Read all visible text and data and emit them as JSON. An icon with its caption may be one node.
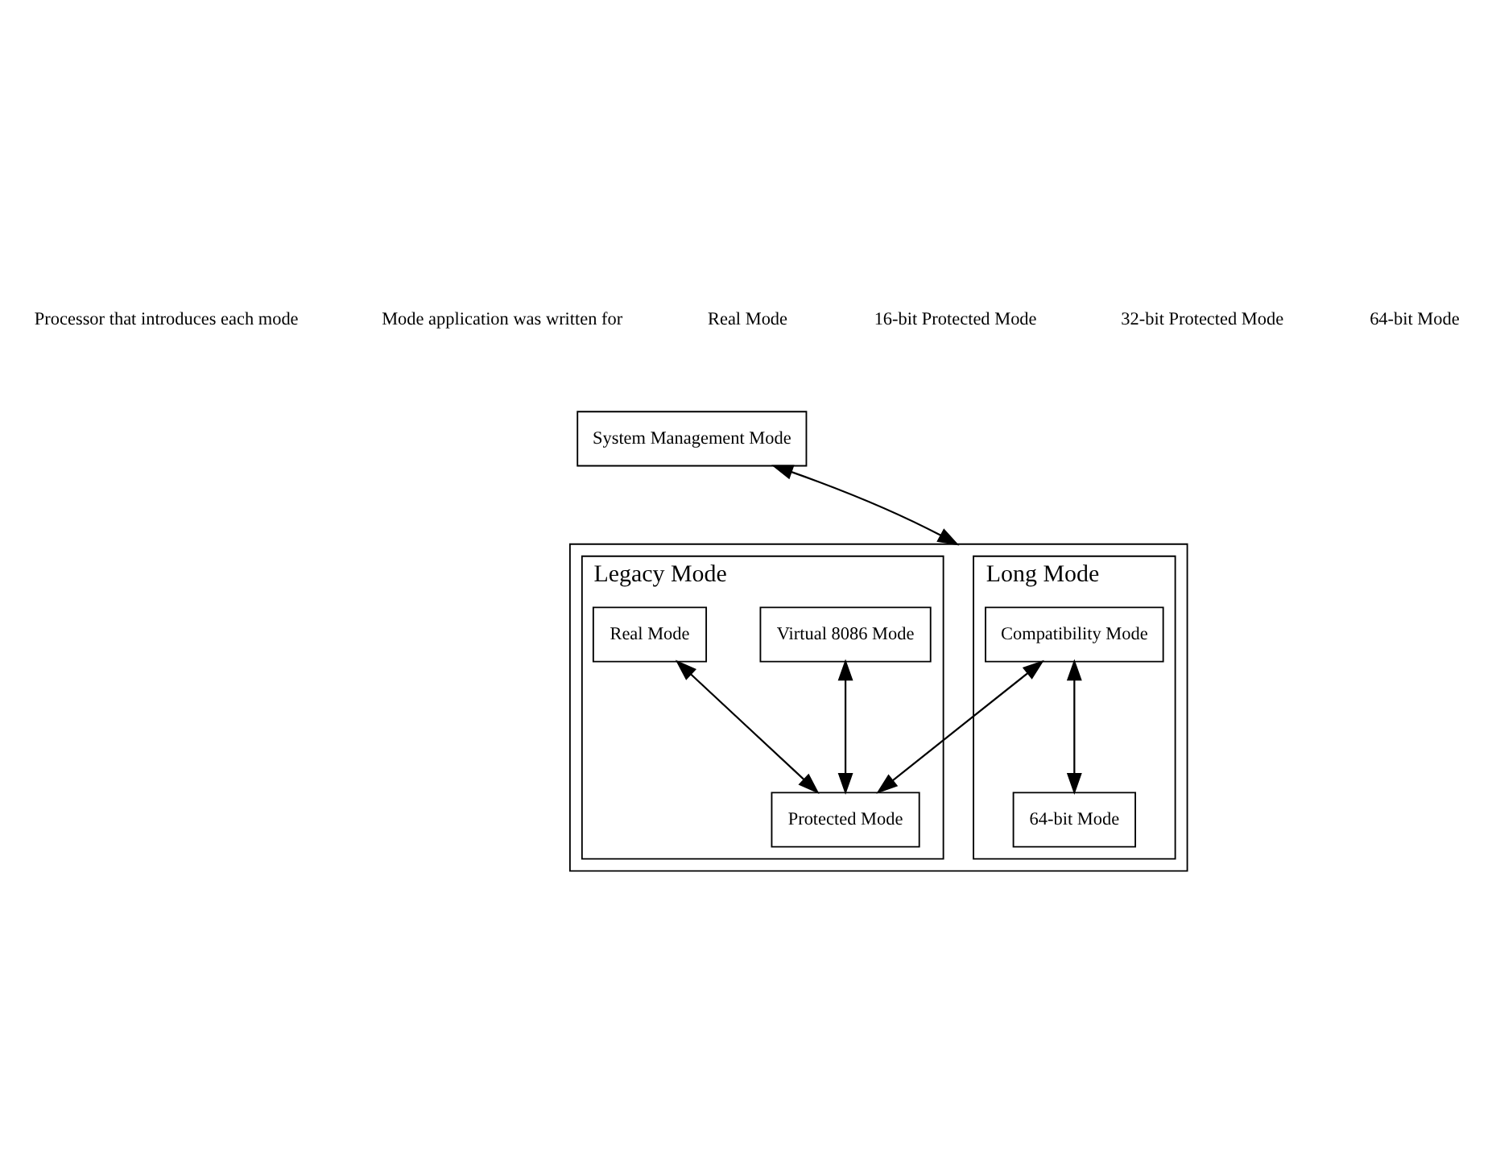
{
  "diagram": {
    "nodes": [
      {
        "text": [],
        "shape": "box"
      },
      {
        "text": [
          "Long Mode"
        ],
        "in": 0
      },
      {
        "text": [
          "Compatibility Mode"
        ],
        "in": 1
      },
      {
        "text": [
          "64-bit Mode"
        ],
        "in": 1
      },
      {
        "text": [
          "System Management Mode"
        ]
      },
      {
        "text": [
          "Legacy Mode"
        ],
        "in": 0
      },
      {
        "text": [
          "Virtual 8086 Mode"
        ],
        "in": 5
      },
      {
        "text": [
          "Protected Mode"
        ],
        "in": 5
      },
      {
        "text": [
          "Real Mode"
        ],
        "in": 5
      }
    ],
    "edges": [
      {
        "from": 2,
        "to": 3,
        "arrow": "both"
      },
      {
        "from": 4,
        "to": 0,
        "arrow": "both"
      },
      {
        "from": 2,
        "to": 7,
        "arrow": "both"
      },
      {
        "from": 6,
        "to": 7,
        "arrow": "both"
      },
      {
        "from": 8,
        "to": 7,
        "arrow": "both"
      }
    ],
    "labels": [
      "Processor that introduces each mode",
      "Mode application was written for",
      "Real Mode",
      "16-bit Protected Mode",
      "32-bit Protected Mode",
      "64-bit Mode"
    ]
  }
}
